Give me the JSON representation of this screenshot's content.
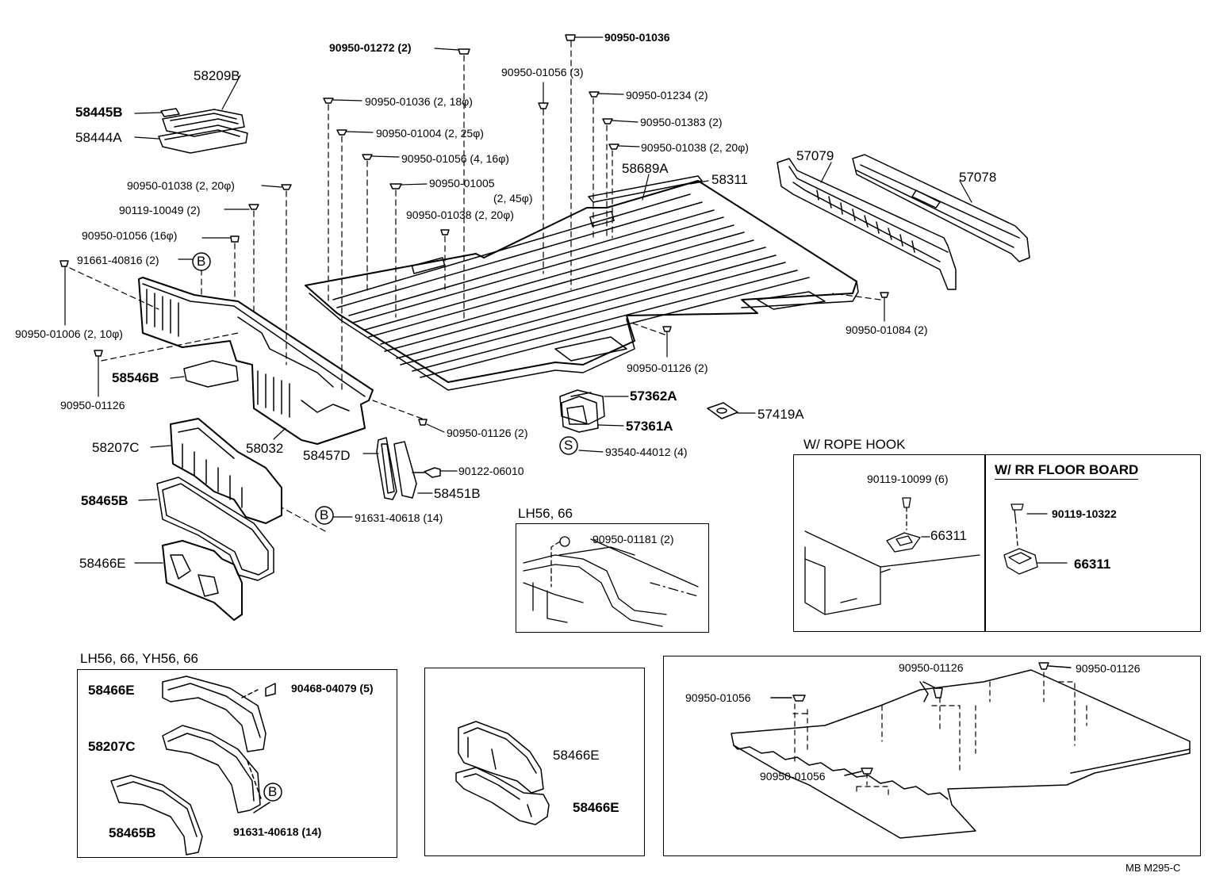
{
  "main": {
    "parts": [
      {
        "text": "90950-01272 (2)"
      },
      {
        "text": "90950-01036"
      },
      {
        "text": "90950-01056 (3)"
      },
      {
        "text": "58209B"
      },
      {
        "text": "90950-01036 (2, 18φ)"
      },
      {
        "text": "90950-01234 (2)"
      },
      {
        "text": "58445B"
      },
      {
        "text": "90950-01383 (2)"
      },
      {
        "text": "90950-01004 (2, 25φ)"
      },
      {
        "text": "58444A"
      },
      {
        "text": "90950-01038 (2, 20φ)"
      },
      {
        "text": "90950-01056 (4, 16φ)"
      },
      {
        "text": "57079"
      },
      {
        "text": "58689A"
      },
      {
        "text": "58311"
      },
      {
        "text": "57078"
      },
      {
        "text": "90950-01038 (2, 20φ)"
      },
      {
        "text": "90950-01005"
      },
      {
        "text": "(2, 45φ)"
      },
      {
        "text": "90119-10049 (2)"
      },
      {
        "text": "90950-01038 (2, 20φ)"
      },
      {
        "text": "90950-01056 (16φ)"
      },
      {
        "text": "91661-40816 (2)"
      },
      {
        "text": "90950-01006 (2, 10φ)"
      },
      {
        "text": "90950-01084 (2)"
      },
      {
        "text": "90950-01126 (2)"
      },
      {
        "text": "58546B"
      },
      {
        "text": "90950-01126"
      },
      {
        "text": "57362A"
      },
      {
        "text": "57419A"
      },
      {
        "text": "57361A"
      },
      {
        "text": "90950-01126 (2)"
      },
      {
        "text": "58207C"
      },
      {
        "text": "58032"
      },
      {
        "text": "93540-44012 (4)"
      },
      {
        "text": "58457D"
      },
      {
        "text": "90122-06010"
      },
      {
        "text": "58465B"
      },
      {
        "text": "58451B"
      },
      {
        "text": "91631-40618 (14)"
      },
      {
        "text": "58466E"
      }
    ],
    "markers": [
      {
        "letter": "B"
      },
      {
        "letter": "S"
      },
      {
        "letter": "B"
      }
    ]
  },
  "inset_lh56": {
    "title": "LH56, 66",
    "parts": [
      {
        "text": "90950-01181 (2)"
      }
    ]
  },
  "inset_rope_hook": {
    "title": "W/ ROPE HOOK",
    "parts": [
      {
        "text": "90119-10099 (6)"
      },
      {
        "text": "66311"
      }
    ]
  },
  "inset_floor_board": {
    "title": "W/ RR  FLOOR  BOARD",
    "parts": [
      {
        "text": "90119-10322"
      },
      {
        "text": "66311"
      }
    ]
  },
  "inset_yh56": {
    "title": "LH56, 66, YH56, 66",
    "parts": [
      {
        "text": "58466E"
      },
      {
        "text": "90468-04079 (5)"
      },
      {
        "text": "58207C"
      },
      {
        "text": "91631-40618 (14)"
      },
      {
        "text": "58465B"
      }
    ],
    "marker": "B"
  },
  "inset_middle": {
    "parts": [
      {
        "text": "58466E"
      },
      {
        "text": "58466E"
      }
    ]
  },
  "inset_floor_mat": {
    "parts": [
      {
        "text": "90950-01126"
      },
      {
        "text": "90950-01126"
      },
      {
        "text": "90950-01056"
      },
      {
        "text": "90950-01056"
      }
    ]
  },
  "footer": {
    "code": "MB  M295-C"
  }
}
